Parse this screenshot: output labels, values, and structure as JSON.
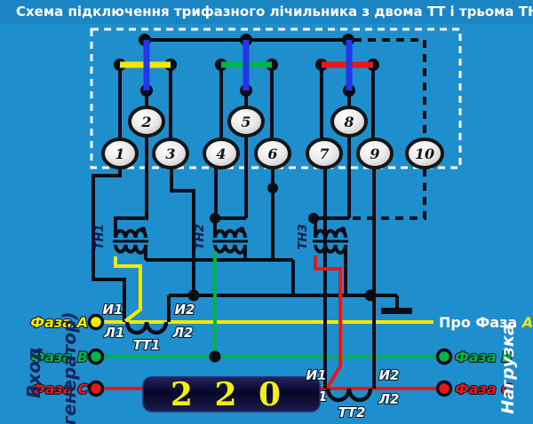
{
  "title": "Схема підключення трифазного лічильника з двома ТТ і трьома ТН",
  "terminals": [
    "1",
    "2",
    "3",
    "4",
    "5",
    "6",
    "7",
    "8",
    "9",
    "10"
  ],
  "vt": {
    "t1": "ТН1",
    "t2": "ТН2",
    "t3": "ТН3"
  },
  "ct": {
    "t1": "ТТ1",
    "t2": "ТТ2",
    "i1": "И1",
    "i2": "И2",
    "l1": "Л1",
    "l2": "Л2"
  },
  "phases": {
    "a": "Фаза А",
    "b": "Фаза В",
    "c": "Фаза С",
    "a_out_prefix": "Про Фаза ",
    "a_out_letter": "А"
  },
  "sides": {
    "input_line1": "Вход",
    "input_line2": "(генератор)",
    "load": "Нагрузка"
  },
  "display": {
    "value": "2 2 0"
  },
  "colors": {
    "background": "#1f8ecd",
    "wire": "#0a0d14",
    "link_blue": "#2336ea",
    "phase_a": "#f2e800",
    "phase_b": "#00b44a",
    "phase_c": "#e81818",
    "display_digits": "#f5ef10"
  }
}
